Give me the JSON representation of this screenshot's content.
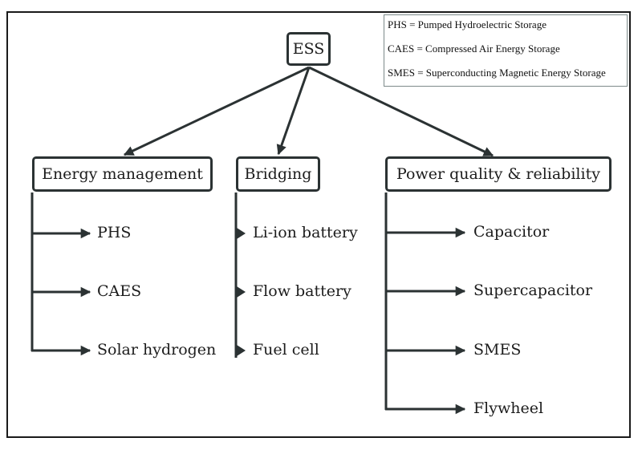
{
  "colors": {
    "line": "#2b3233",
    "frame": "#1a1a1a",
    "legend_border": "#7d8a8a",
    "text": "#1c1c1c"
  },
  "legend": {
    "items": [
      "PHS = Pumped Hydroelectric Storage",
      "CAES = Compressed Air Energy Storage",
      "SMES = Superconducting Magnetic Energy Storage"
    ]
  },
  "root": {
    "label": "ESS"
  },
  "categories": [
    {
      "label": "Energy management",
      "children": [
        "PHS",
        "CAES",
        "Solar hydrogen"
      ]
    },
    {
      "label": "Bridging",
      "children": [
        "Li-ion battery",
        "Flow battery",
        "Fuel cell"
      ]
    },
    {
      "label": "Power quality & reliability",
      "children": [
        "Capacitor",
        "Supercapacitor",
        "SMES",
        "Flywheel"
      ]
    }
  ]
}
